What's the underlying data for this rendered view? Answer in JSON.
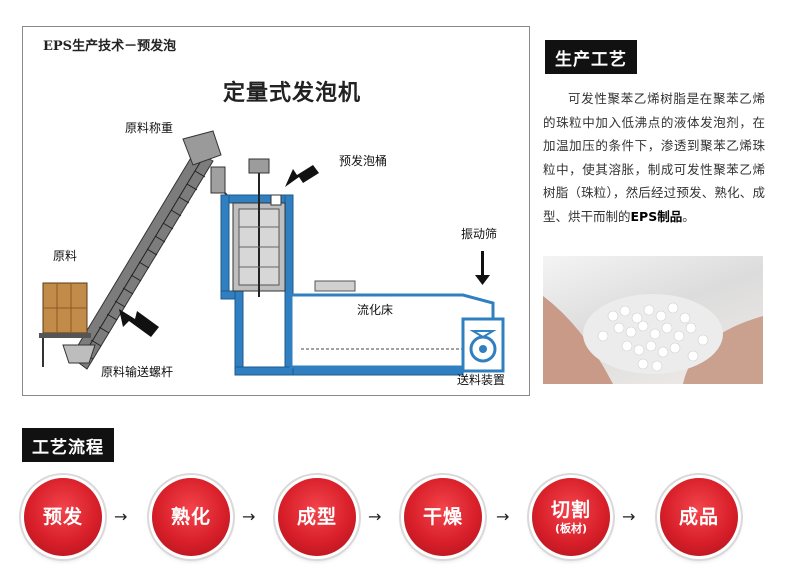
{
  "diagram": {
    "corner_title": "EPS生产技术－预发泡",
    "title": "定量式发泡机",
    "labels": {
      "weighing": "原料称重",
      "pre_foam_bucket": "预发泡桶",
      "vibrating_screen": "振动筛",
      "raw_material": "原料",
      "fluid_bed": "流化床",
      "screw_conveyor": "原料输送螺杆",
      "feeding_device": "送料装置"
    }
  },
  "production": {
    "heading": "生产工艺",
    "text_plain": "可发性聚苯乙烯树脂是在聚苯乙烯的珠粒中加入低沸点的液体发泡剂，在加温加压的条件下，渗透到聚苯乙烯珠粒中，使其溶胀，制成可发性聚苯乙烯树脂（珠粒），然后经过预发、熟化、成型、烘干而制的",
    "text_bold": "EPS制品",
    "text_end": "。"
  },
  "flow": {
    "heading": "工艺流程",
    "steps": [
      {
        "label": "预发",
        "sub": ""
      },
      {
        "label": "熟化",
        "sub": ""
      },
      {
        "label": "成型",
        "sub": ""
      },
      {
        "label": "干燥",
        "sub": ""
      },
      {
        "label": "切割",
        "sub": "(板材)"
      },
      {
        "label": "成品",
        "sub": ""
      }
    ],
    "arrow": "→"
  },
  "colors": {
    "machine_blue": "#2f7fc1",
    "step_red": "#d81f2a",
    "tag_black": "#111111"
  }
}
